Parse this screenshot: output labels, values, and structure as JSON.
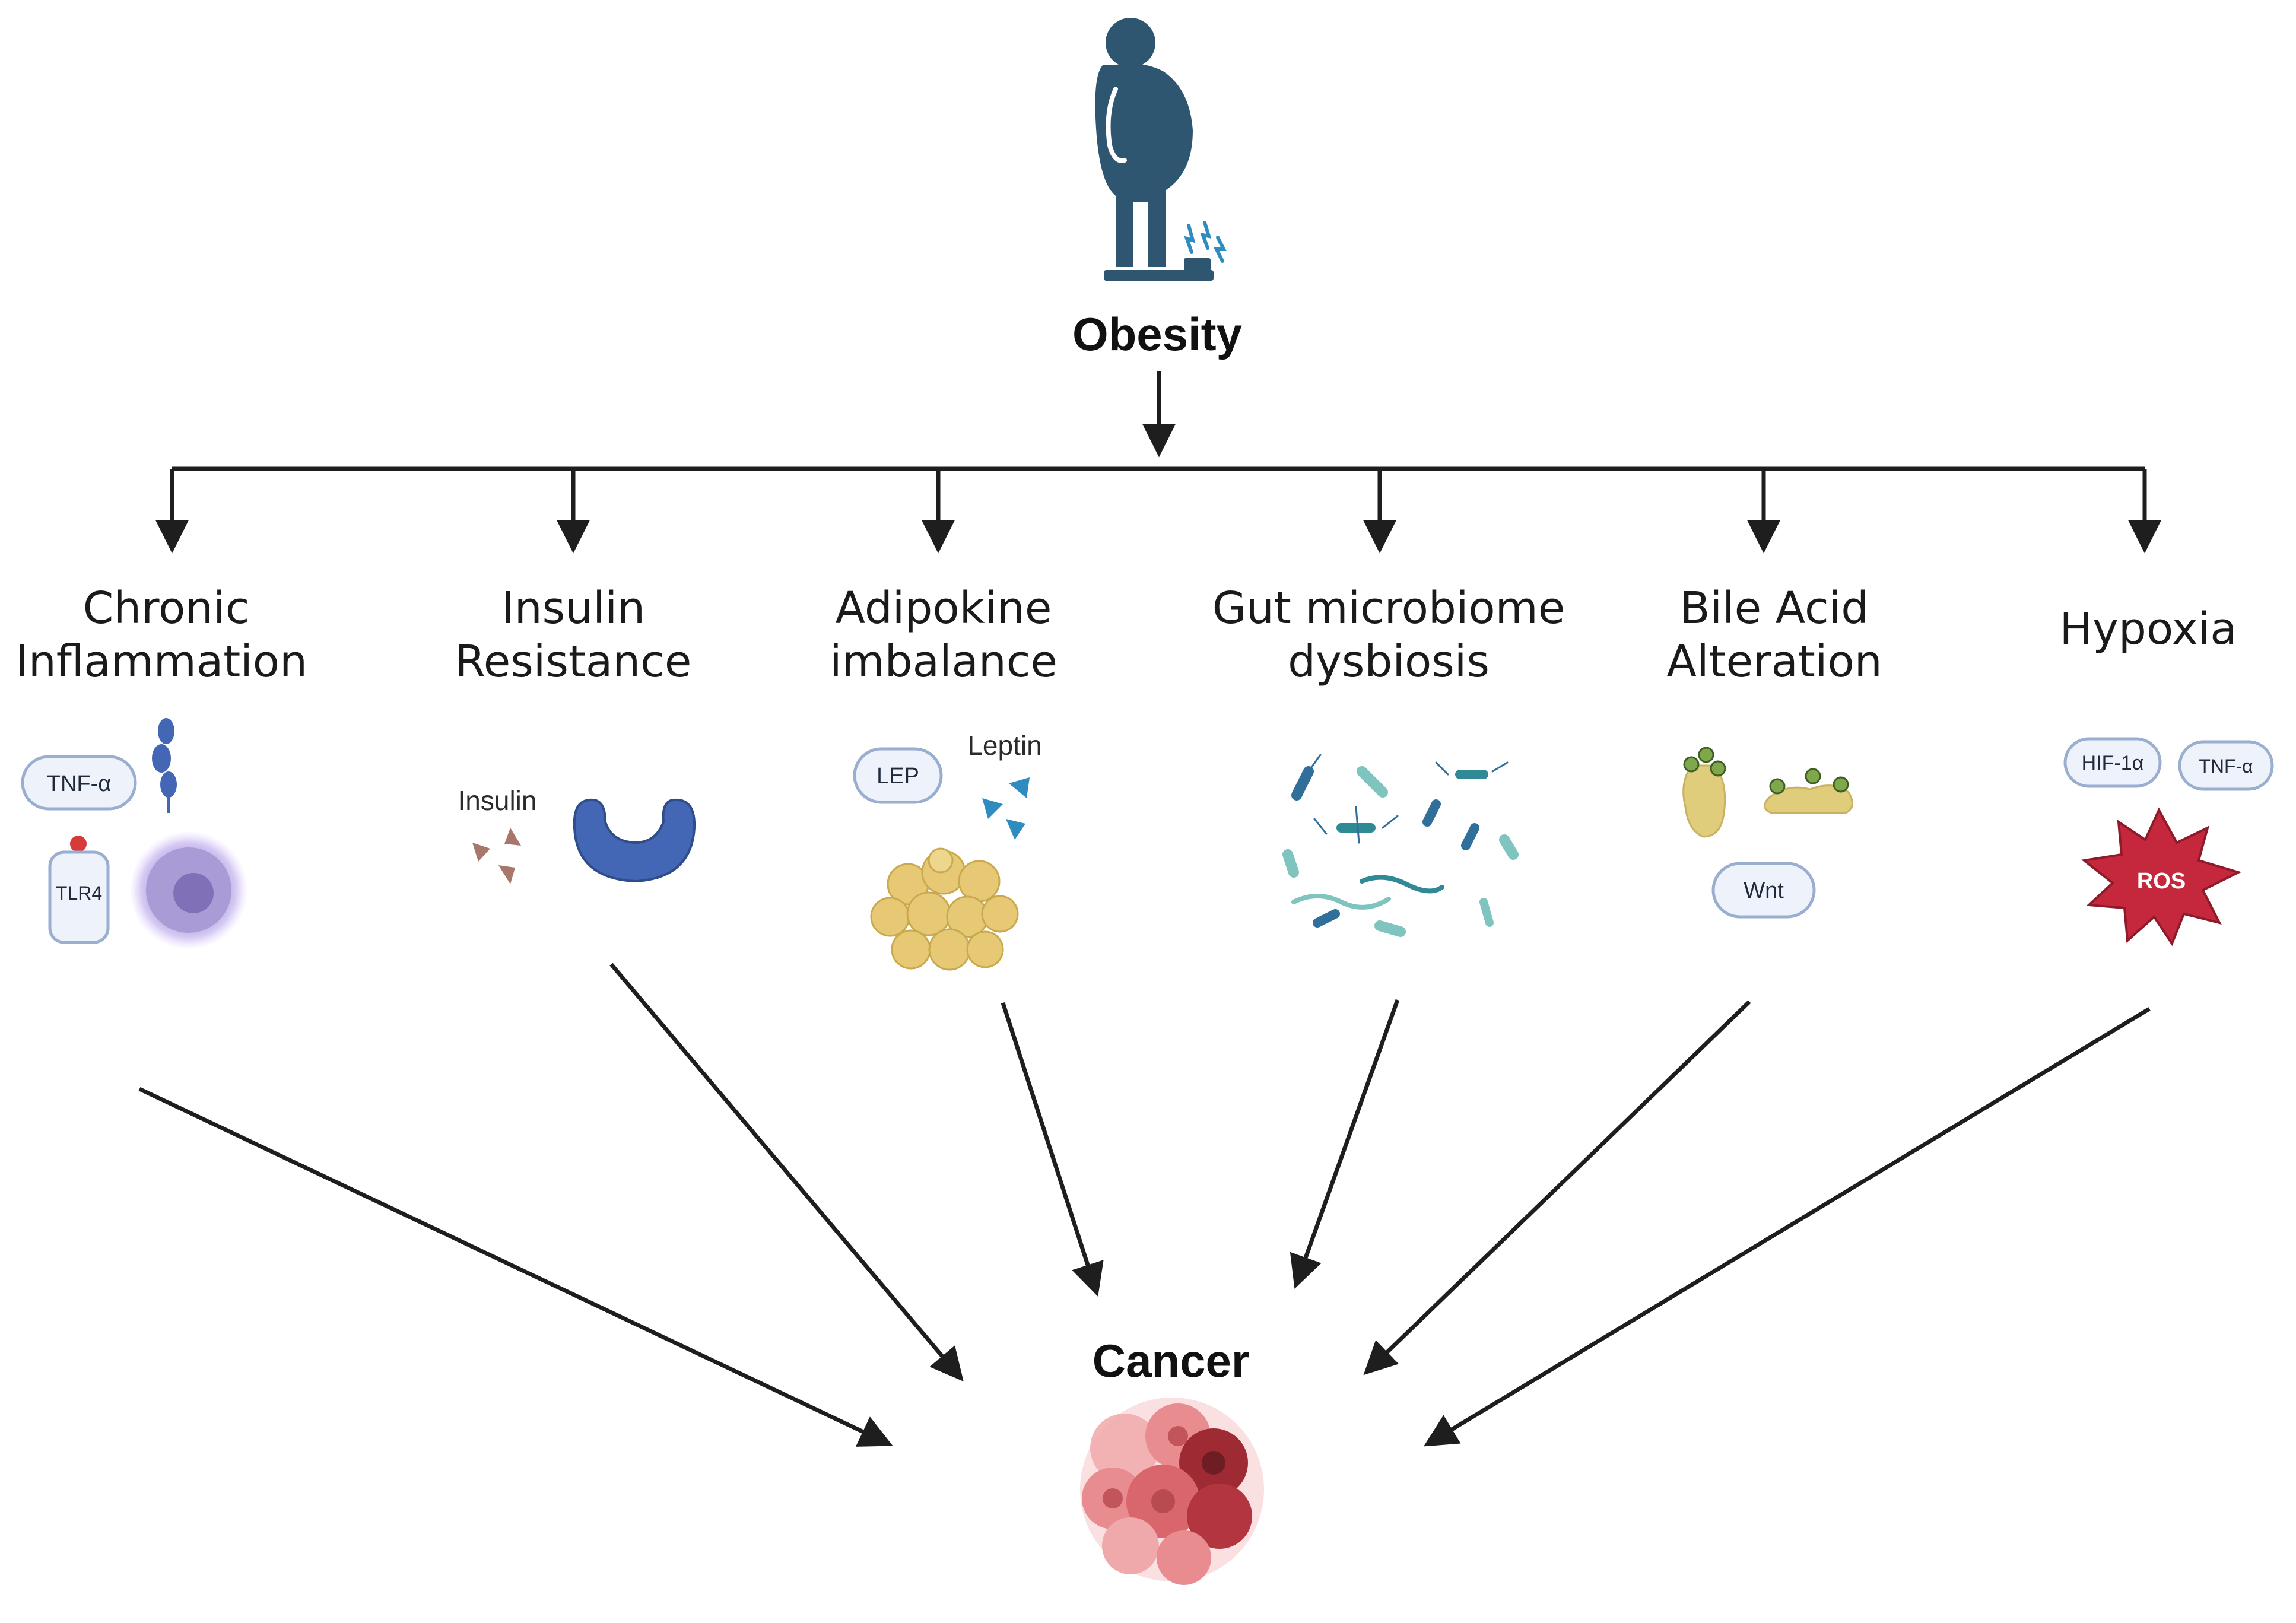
{
  "top_node": {
    "label": "Obesity"
  },
  "bottom_node": {
    "label": "Cancer"
  },
  "mechanisms": [
    {
      "id": "inflammation",
      "line1": "Chronic",
      "line2": "Inflammation"
    },
    {
      "id": "insulin",
      "line1": "Insulin",
      "line2": "Resistance"
    },
    {
      "id": "adipokine",
      "line1": "Adipokine",
      "line2": "imbalance"
    },
    {
      "id": "gut",
      "line1": "Gut microbiome",
      "line2": "dysbiosis"
    },
    {
      "id": "bile",
      "line1": "Bile Acid",
      "line2": "Alteration"
    },
    {
      "id": "hypoxia",
      "line1": "Hypoxia",
      "line2": ""
    }
  ],
  "molecule_labels": {
    "tnf_alpha": "TNF-α",
    "tlr4": "TLR4",
    "insulin": "Insulin",
    "lep": "LEP",
    "leptin": "Leptin",
    "wnt": "Wnt",
    "hif1a": "HIF-1α",
    "tnf_alpha_2": "TNF-α",
    "ros": "ROS"
  },
  "colors": {
    "figure": "#2f5670",
    "arrow": "#1e1e1e",
    "pill_border": "#9aaed0",
    "pill_fill": "#eef2fb",
    "macrophage": "#a99bd6",
    "insulin_receptor": "#4467b5",
    "insulin_molecule": "#a8776c",
    "leptin": "#2e8cc0",
    "fat_cell": "#e6c875",
    "bacteria_dark": "#2f6f9a",
    "bacteria_light": "#7fc4bf",
    "bile_liver": "#dfcd7c",
    "bile_dot": "#7fa84a",
    "ros": "#c5283d",
    "tumor": "#d9656d",
    "tumor_dark": "#9e2a33"
  }
}
